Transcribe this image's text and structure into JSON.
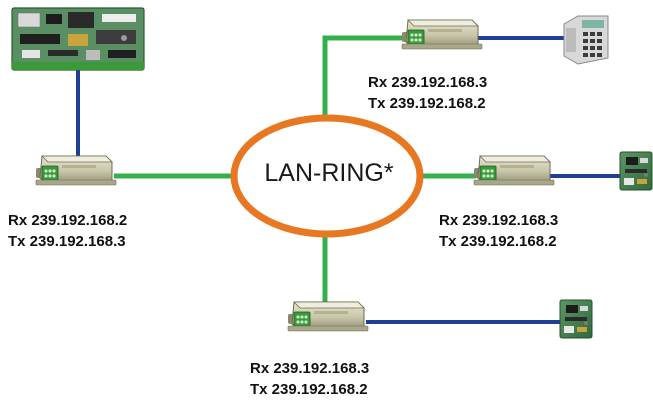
{
  "diagram": {
    "center_label": "LAN-RING*",
    "colors": {
      "ring": "#e87722",
      "lan_link": "#34b04a",
      "serial_link": "#1f3f96",
      "converter_body": "#c9c6a8",
      "terminal_block": "#3a9a3a",
      "board_green": "#3f7d4a"
    },
    "nodes": [
      {
        "id": "left",
        "rx": "Rx 239.192.168.2",
        "tx": "Tx 239.192.168.3",
        "device": "controller-board"
      },
      {
        "id": "top",
        "rx": "Rx 239.192.168.3",
        "tx": "Tx 239.192.168.2",
        "device": "keypad"
      },
      {
        "id": "right",
        "rx": "Rx 239.192.168.3",
        "tx": "Tx 239.192.168.2",
        "device": "module-board"
      },
      {
        "id": "bottom",
        "rx": "Rx 239.192.168.3",
        "tx": "Tx 239.192.168.2",
        "device": "module-board"
      }
    ]
  }
}
